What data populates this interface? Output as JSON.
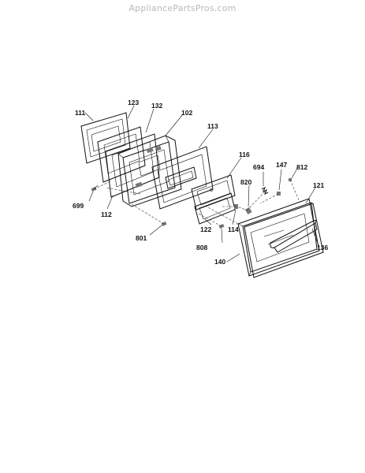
{
  "watermark": "AppliancePartsPros.com",
  "part_labels": {
    "p111": "111",
    "p123": "123",
    "p132": "132",
    "p102": "102",
    "p113": "113",
    "p116": "116",
    "p694": "694",
    "p147": "147",
    "p812": "812",
    "p820": "820",
    "p121": "121",
    "p699": "699",
    "p112": "112",
    "p801": "801",
    "p122": "122",
    "p114": "114",
    "p808": "808",
    "p136": "136",
    "p140": "140"
  }
}
